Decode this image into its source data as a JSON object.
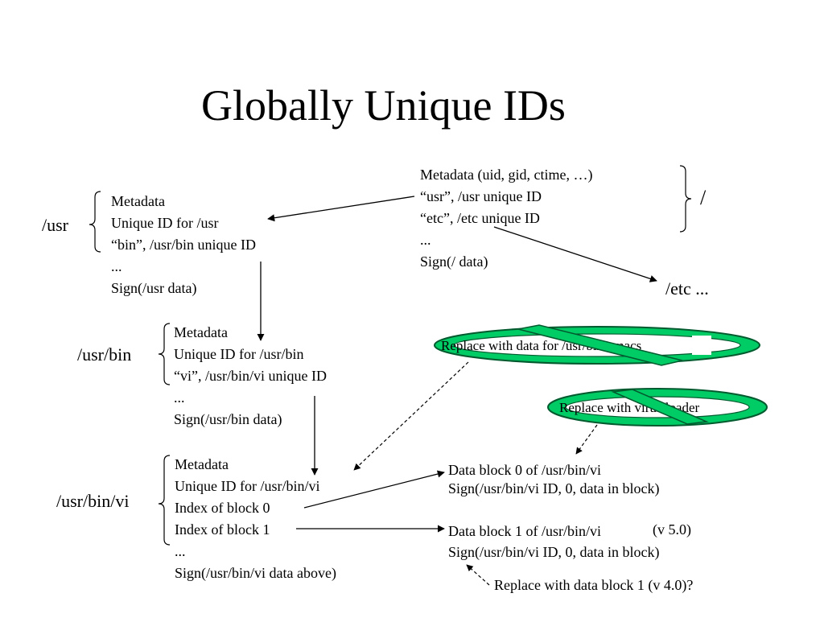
{
  "title": "Globally Unique IDs",
  "root": {
    "label": "/",
    "lines": [
      "Metadata (uid, gid, ctime, …)",
      "“usr”, /usr unique ID",
      "“etc”, /etc unique ID",
      "...",
      "Sign(/ data)"
    ]
  },
  "etc": {
    "label": "/etc ..."
  },
  "usr": {
    "label": "/usr",
    "lines": [
      "Metadata",
      "Unique ID for /usr",
      "“bin”, /usr/bin unique ID",
      "...",
      "Sign(/usr data)"
    ]
  },
  "usrbin": {
    "label": "/usr/bin",
    "lines": [
      "Metadata",
      "Unique ID for /usr/bin",
      "“vi”, /usr/bin/vi unique ID",
      "...",
      "Sign(/usr/bin data)"
    ]
  },
  "vi": {
    "label": "/usr/bin/vi",
    "lines": [
      "Metadata",
      "Unique ID for /usr/bin/vi",
      "Index of block 0",
      "Index of block 1",
      "...",
      "Sign(/usr/bin/vi data above)"
    ]
  },
  "block0": {
    "line1": "Data block 0 of /usr/bin/vi",
    "line2": "Sign(/usr/bin/vi ID, 0, data in block)"
  },
  "block1": {
    "line1": "Data block 1 of /usr/bin/vi",
    "version": "(v 5.0)",
    "line2": "Sign(/usr/bin/vi ID, 0, data in block)"
  },
  "attacks": {
    "emacs": "Replace with data for /usr/bin/emacs",
    "virus": "Replace with virus loader",
    "rollback": "Replace with data block 1 (v 4.0)?"
  },
  "colors": {
    "forbidden_fill": "#00cc66",
    "forbidden_stroke": "#005a2e"
  }
}
